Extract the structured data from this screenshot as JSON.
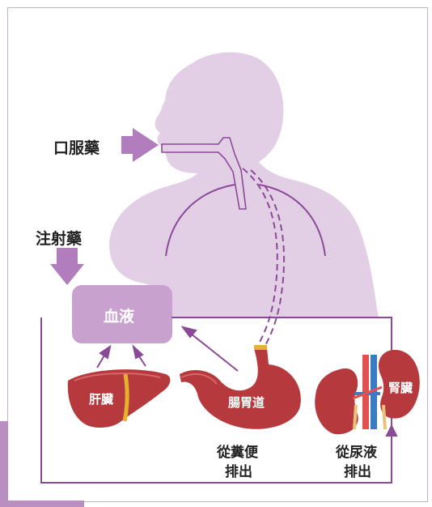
{
  "labels": {
    "oral": "口服藥",
    "injection": "注射藥",
    "blood": "血液",
    "liver": "肝臟",
    "gi": "腸胃道",
    "kidney": "腎臟",
    "feces_line1": "從糞便",
    "feces_line2": "排出",
    "urine_line1": "從尿液",
    "urine_line2": "排出"
  },
  "colors": {
    "body_silhouette": "#e2cfe5",
    "accent_purple": "#8b4a98",
    "arrow_purple": "#b17dbd",
    "blood_box": "#c9a1cf",
    "organ_red": "#b5393d",
    "liver_dark": "#8f2a2f",
    "gallbladder": "#88a43a"
  }
}
